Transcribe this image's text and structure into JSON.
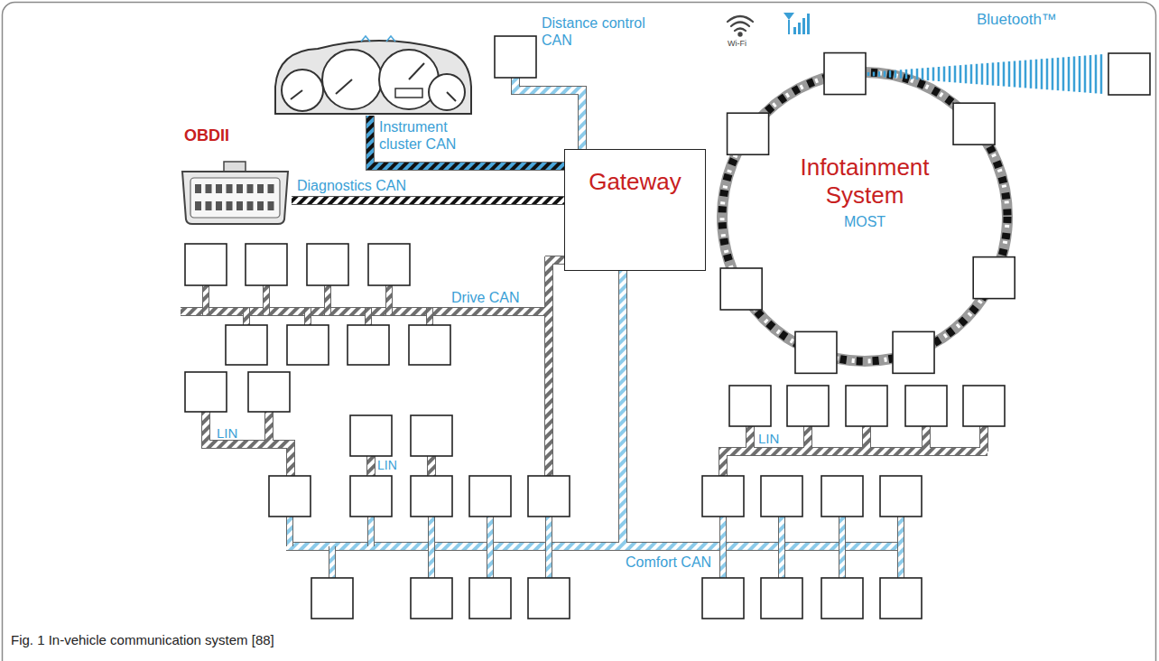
{
  "diagram": {
    "caption": "Fig. 1 In-vehicle communication system [88]",
    "nodes": [
      {
        "text": [
          "OBDII"
        ]
      },
      {
        "text": [
          "Gateway"
        ]
      },
      {
        "text": [
          "Infotainment System",
          "MOST"
        ]
      }
    ],
    "edges": [
      {
        "from": 0,
        "to": 1,
        "arrow": "none",
        "label": "Diagnostics CAN"
      }
    ],
    "labels": [
      "Wi-Fi",
      "Bluetooth™",
      "Distance control CAN",
      "Instrument cluster CAN",
      "Drive CAN",
      "LIN",
      "LIN",
      "LIN",
      "Comfort CAN"
    ]
  }
}
